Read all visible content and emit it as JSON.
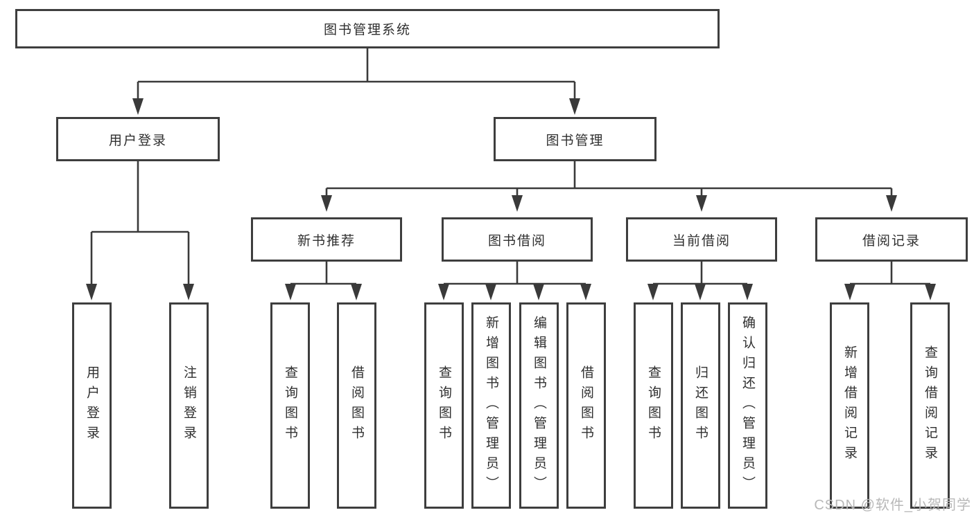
{
  "diagram": {
    "root": {
      "label": "图书管理系统"
    },
    "branches": {
      "user_login": {
        "label": "用户登录"
      },
      "book_management": {
        "label": "图书管理"
      }
    },
    "modules": {
      "new_book": {
        "label": "新书推荐"
      },
      "book_borrow": {
        "label": "图书借阅"
      },
      "current_borrow": {
        "label": "当前借阅"
      },
      "borrow_record": {
        "label": "借阅记录"
      }
    },
    "leaves": {
      "user_login": [
        "用户登录",
        "注销登录"
      ],
      "new_book": [
        "查询图书",
        "借阅图书"
      ],
      "book_borrow": [
        "查询图书",
        "新增图书（管理员）",
        "编辑图书（管理员）",
        "借阅图书"
      ],
      "current_borrow": [
        "查询图书",
        "归还图书",
        "确认归还（管理员）"
      ],
      "borrow_record": [
        "新增借阅记录",
        "查询借阅记录"
      ]
    }
  },
  "watermark": {
    "text": "CSDN @软件_小贺同学"
  },
  "colors": {
    "line": "#3a3a3a",
    "box_border": "#3e3e3e",
    "text": "#2f2f2f",
    "watermark": "#b8b8b8",
    "background": "#ffffff"
  }
}
